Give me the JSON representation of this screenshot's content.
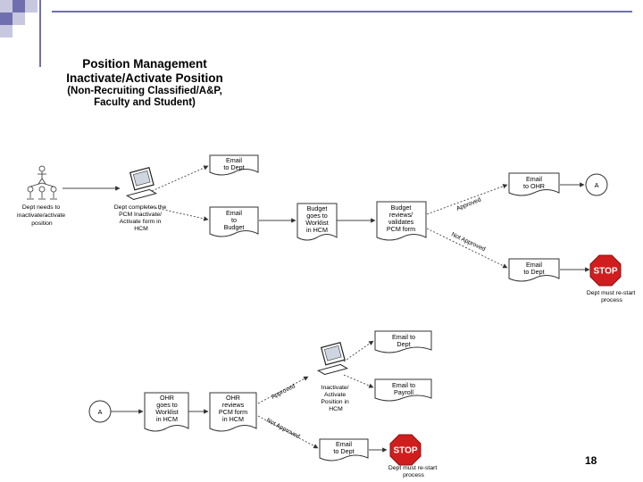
{
  "title": [
    "Position Management",
    "Inactivate/Activate Position"
  ],
  "subtitle": [
    "(Non-Recruiting Classified/A&P,",
    "Faculty and Student)"
  ],
  "page_number": "18",
  "colors": {
    "accent": "#6f6fb0",
    "stop": "#d01e1e"
  },
  "actors": {
    "dept_needs": [
      "Dept needs to",
      "inactivate/activate",
      "position"
    ],
    "dept_completes": [
      "Dept completes the",
      "PCM Inactivate/",
      "Activate form in",
      "HCM"
    ],
    "ohr_inactivates": [
      "Inactivate/",
      "Activate",
      "Position in",
      "HCM"
    ]
  },
  "docs": {
    "email_dept_1": [
      "Email",
      "to Dept"
    ],
    "email_budget": [
      "Email",
      "to",
      "Budget"
    ],
    "budget_worklist": [
      "Budget",
      "goes to",
      "Worklist",
      "in HCM"
    ],
    "budget_reviews": [
      "Budget",
      "reviews/",
      "validates",
      "PCM form"
    ],
    "email_ohr": [
      "Email",
      "to OHR"
    ],
    "email_dept_2": [
      "Email",
      "to Dept"
    ],
    "ohr_worklist": [
      "OHR",
      "goes to",
      "Worklist",
      "in HCM"
    ],
    "ohr_reviews": [
      "OHR",
      "reviews",
      "PCM form",
      "in HCM"
    ],
    "email_dept_3": [
      "Email to",
      "Dept"
    ],
    "email_payroll": [
      "Email to",
      "Payroll"
    ],
    "email_dept_4": [
      "Email",
      "to Dept"
    ]
  },
  "connectors": {
    "a1": "A",
    "a2": "A"
  },
  "branch_labels": {
    "approved_1": "Approved",
    "not_approved_1": "Not Approved",
    "approved_2": "Approved",
    "not_approved_2": "Not Approved"
  },
  "stops": {
    "stop_label": "STOP",
    "restart_1": [
      "Dept must re-start",
      "process"
    ],
    "restart_2": [
      "Dept must re-start",
      "process"
    ]
  }
}
